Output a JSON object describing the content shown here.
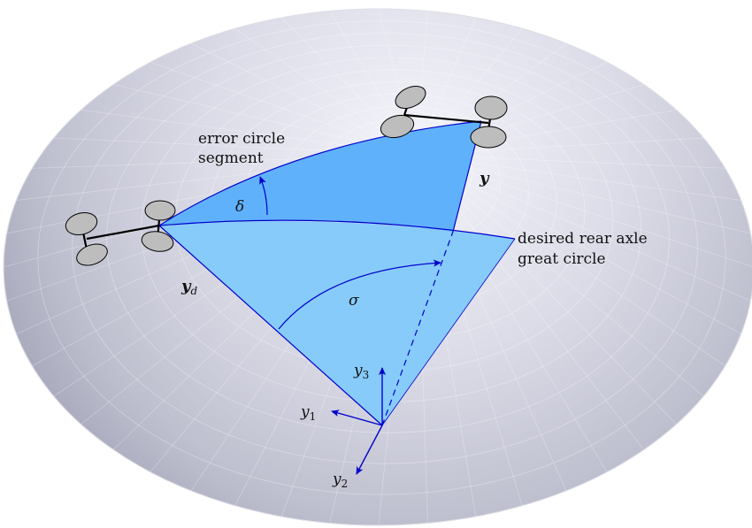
{
  "labels": {
    "error_circle_line1": "error circle",
    "error_circle_line2": "segment",
    "desired_line1": "desired rear axle",
    "desired_line2": "great circle",
    "y": "y",
    "y_d_main": "y",
    "y_d_sub": "d",
    "delta": "δ",
    "sigma": "σ",
    "y1_main": "y",
    "y1_sub": "1",
    "y2_main": "y",
    "y2_sub": "2",
    "y3_main": "y",
    "y3_sub": "3"
  },
  "colors": {
    "sphere_light": "#f2f2fa",
    "sphere_dark": "#a6a7b9",
    "upper_region": "#5fb1fb",
    "lower_region": "#87cbfa",
    "edge_blue": "#0000cc",
    "wheel_fill": "#bdbdbd",
    "axle": "#000000"
  }
}
